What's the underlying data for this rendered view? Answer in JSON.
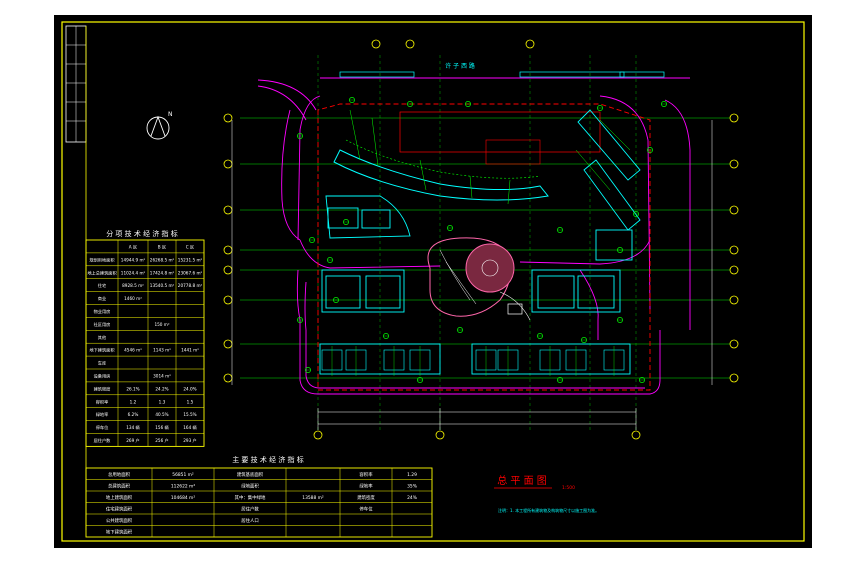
{
  "drawing": {
    "title": "总 平 面 图",
    "scale": "1:500",
    "note": "注明：1. 本工程所有建筑物及构筑物尺寸以施工图为准。",
    "street_name": "许  子  西  路"
  },
  "table_left": {
    "title": "分 项 技 术 经 济 指 标",
    "col_headers": [
      "",
      "A 区",
      "B 区",
      "C 区"
    ],
    "rows": [
      [
        "规划用地面积",
        "14944.9 m²",
        "26268.5 m²",
        "15231.5 m²"
      ],
      [
        "地上总建筑面积",
        "11024.4 m²",
        "17424.8 m²",
        "23067.6 m²"
      ],
      [
        "住宅",
        "8928.5 m²",
        "13540.5 m²",
        "20778.8 m²"
      ],
      [
        "商业",
        "1460 m²",
        "",
        ""
      ],
      [
        "物业用房",
        "",
        "",
        ""
      ],
      [
        "社区用房",
        "",
        "150 m²",
        ""
      ],
      [
        "其他",
        "",
        "",
        ""
      ],
      [
        "地下建筑面积",
        "4546 m²",
        "1143 m²",
        "1441 m²"
      ],
      [
        "车库",
        "",
        "",
        ""
      ],
      [
        "设备用房",
        "",
        "3014 m²",
        ""
      ],
      [
        "建筑密度",
        "26.1%",
        "24.2%",
        "24.0%"
      ],
      [
        "容积率",
        "1.2",
        "1.3",
        "1.5"
      ],
      [
        "绿地率",
        "6.2%",
        "40.5%",
        "15.5%"
      ],
      [
        "停车位",
        "134 辆",
        "156 辆",
        "164 辆"
      ],
      [
        "居住户数",
        "269 户",
        "256 户",
        "293 户"
      ]
    ]
  },
  "table_bottom": {
    "title": "主 要 技 术 经 济 指 标",
    "rows": [
      [
        "总用地面积",
        "56851 m²",
        "建筑基底面积",
        "",
        "容积率",
        "1.29"
      ],
      [
        "总建筑面积",
        "112622 m²",
        "绿地面积",
        "",
        "绿地率",
        "35%"
      ],
      [
        "地上建筑面积",
        "104684 m²",
        "其中：集中绿地",
        "13588 m²",
        "建筑密度",
        "24%"
      ],
      [
        "住宅建筑面积",
        "",
        "居住户数",
        "",
        "停车位",
        ""
      ],
      [
        "公共建筑面积",
        "",
        "居住人口",
        "",
        "",
        ""
      ],
      [
        "地下建筑面积",
        "",
        "",
        "",
        "",
        ""
      ]
    ]
  },
  "title_block": {
    "cells": [
      "",
      "",
      "",
      "",
      "",
      ""
    ]
  },
  "colors": {
    "background": "#000000",
    "frame": "#ffff00",
    "grid_line": "#00ff00",
    "building": "#00ffff",
    "site_boundary": "#ff0000",
    "road": "#ff00ff",
    "plaza": "#ff66aa",
    "label": "#ffff00",
    "white": "#ffffff"
  }
}
